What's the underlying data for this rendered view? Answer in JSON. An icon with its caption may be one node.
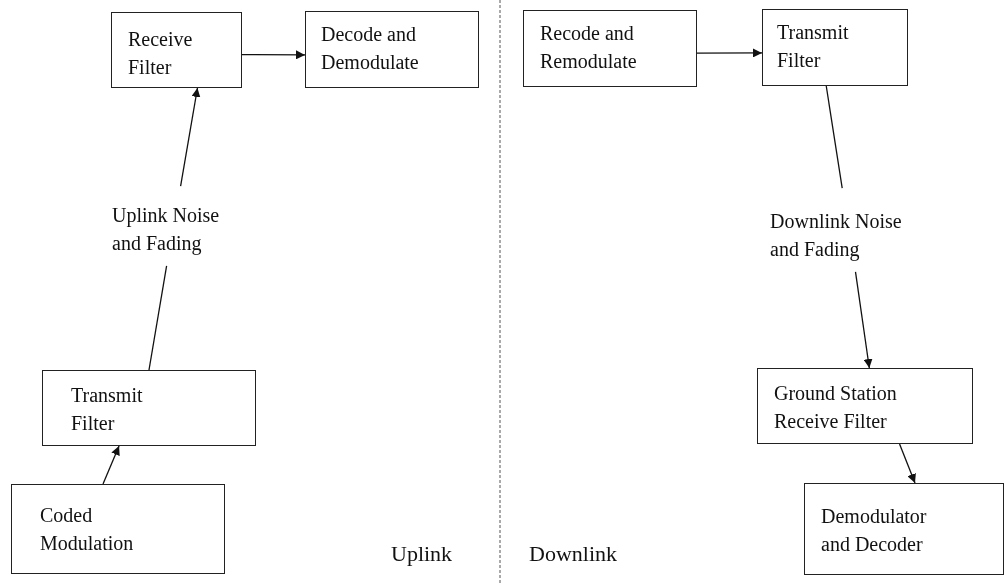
{
  "diagram": {
    "nodes": [
      {
        "text": [
          "Receive Filter"
        ]
      },
      {
        "text": [
          "Decode and Demodulate"
        ]
      },
      {
        "text": [
          "Uplink Noise and Fading"
        ]
      },
      {
        "text": [
          "Transmit Filter"
        ]
      },
      {
        "text": [
          "Coded Modulation"
        ]
      },
      {
        "text": [
          "Recode and Remodulate"
        ]
      },
      {
        "text": [
          "Transmit Filter"
        ]
      },
      {
        "text": [
          "Downlink Noise and Fading"
        ]
      },
      {
        "text": [
          "Ground Station Receive Filter"
        ]
      },
      {
        "text": [
          "Demodulator and Decoder"
        ]
      }
    ],
    "edges": [
      {
        "from": 0,
        "to": 1,
        "arrow": "to"
      },
      {
        "from": 2,
        "to": 0,
        "arrow": "to"
      },
      {
        "from": 3,
        "to": 2,
        "arrow": "none"
      },
      {
        "from": 4,
        "to": 3,
        "arrow": "to"
      },
      {
        "from": 5,
        "to": 6,
        "arrow": "to"
      },
      {
        "from": 6,
        "to": 7,
        "arrow": "none"
      },
      {
        "from": 7,
        "to": 8,
        "arrow": "to"
      },
      {
        "from": 8,
        "to": 9,
        "arrow": "to"
      }
    ],
    "labels": [
      "Uplink",
      "Downlink"
    ]
  }
}
